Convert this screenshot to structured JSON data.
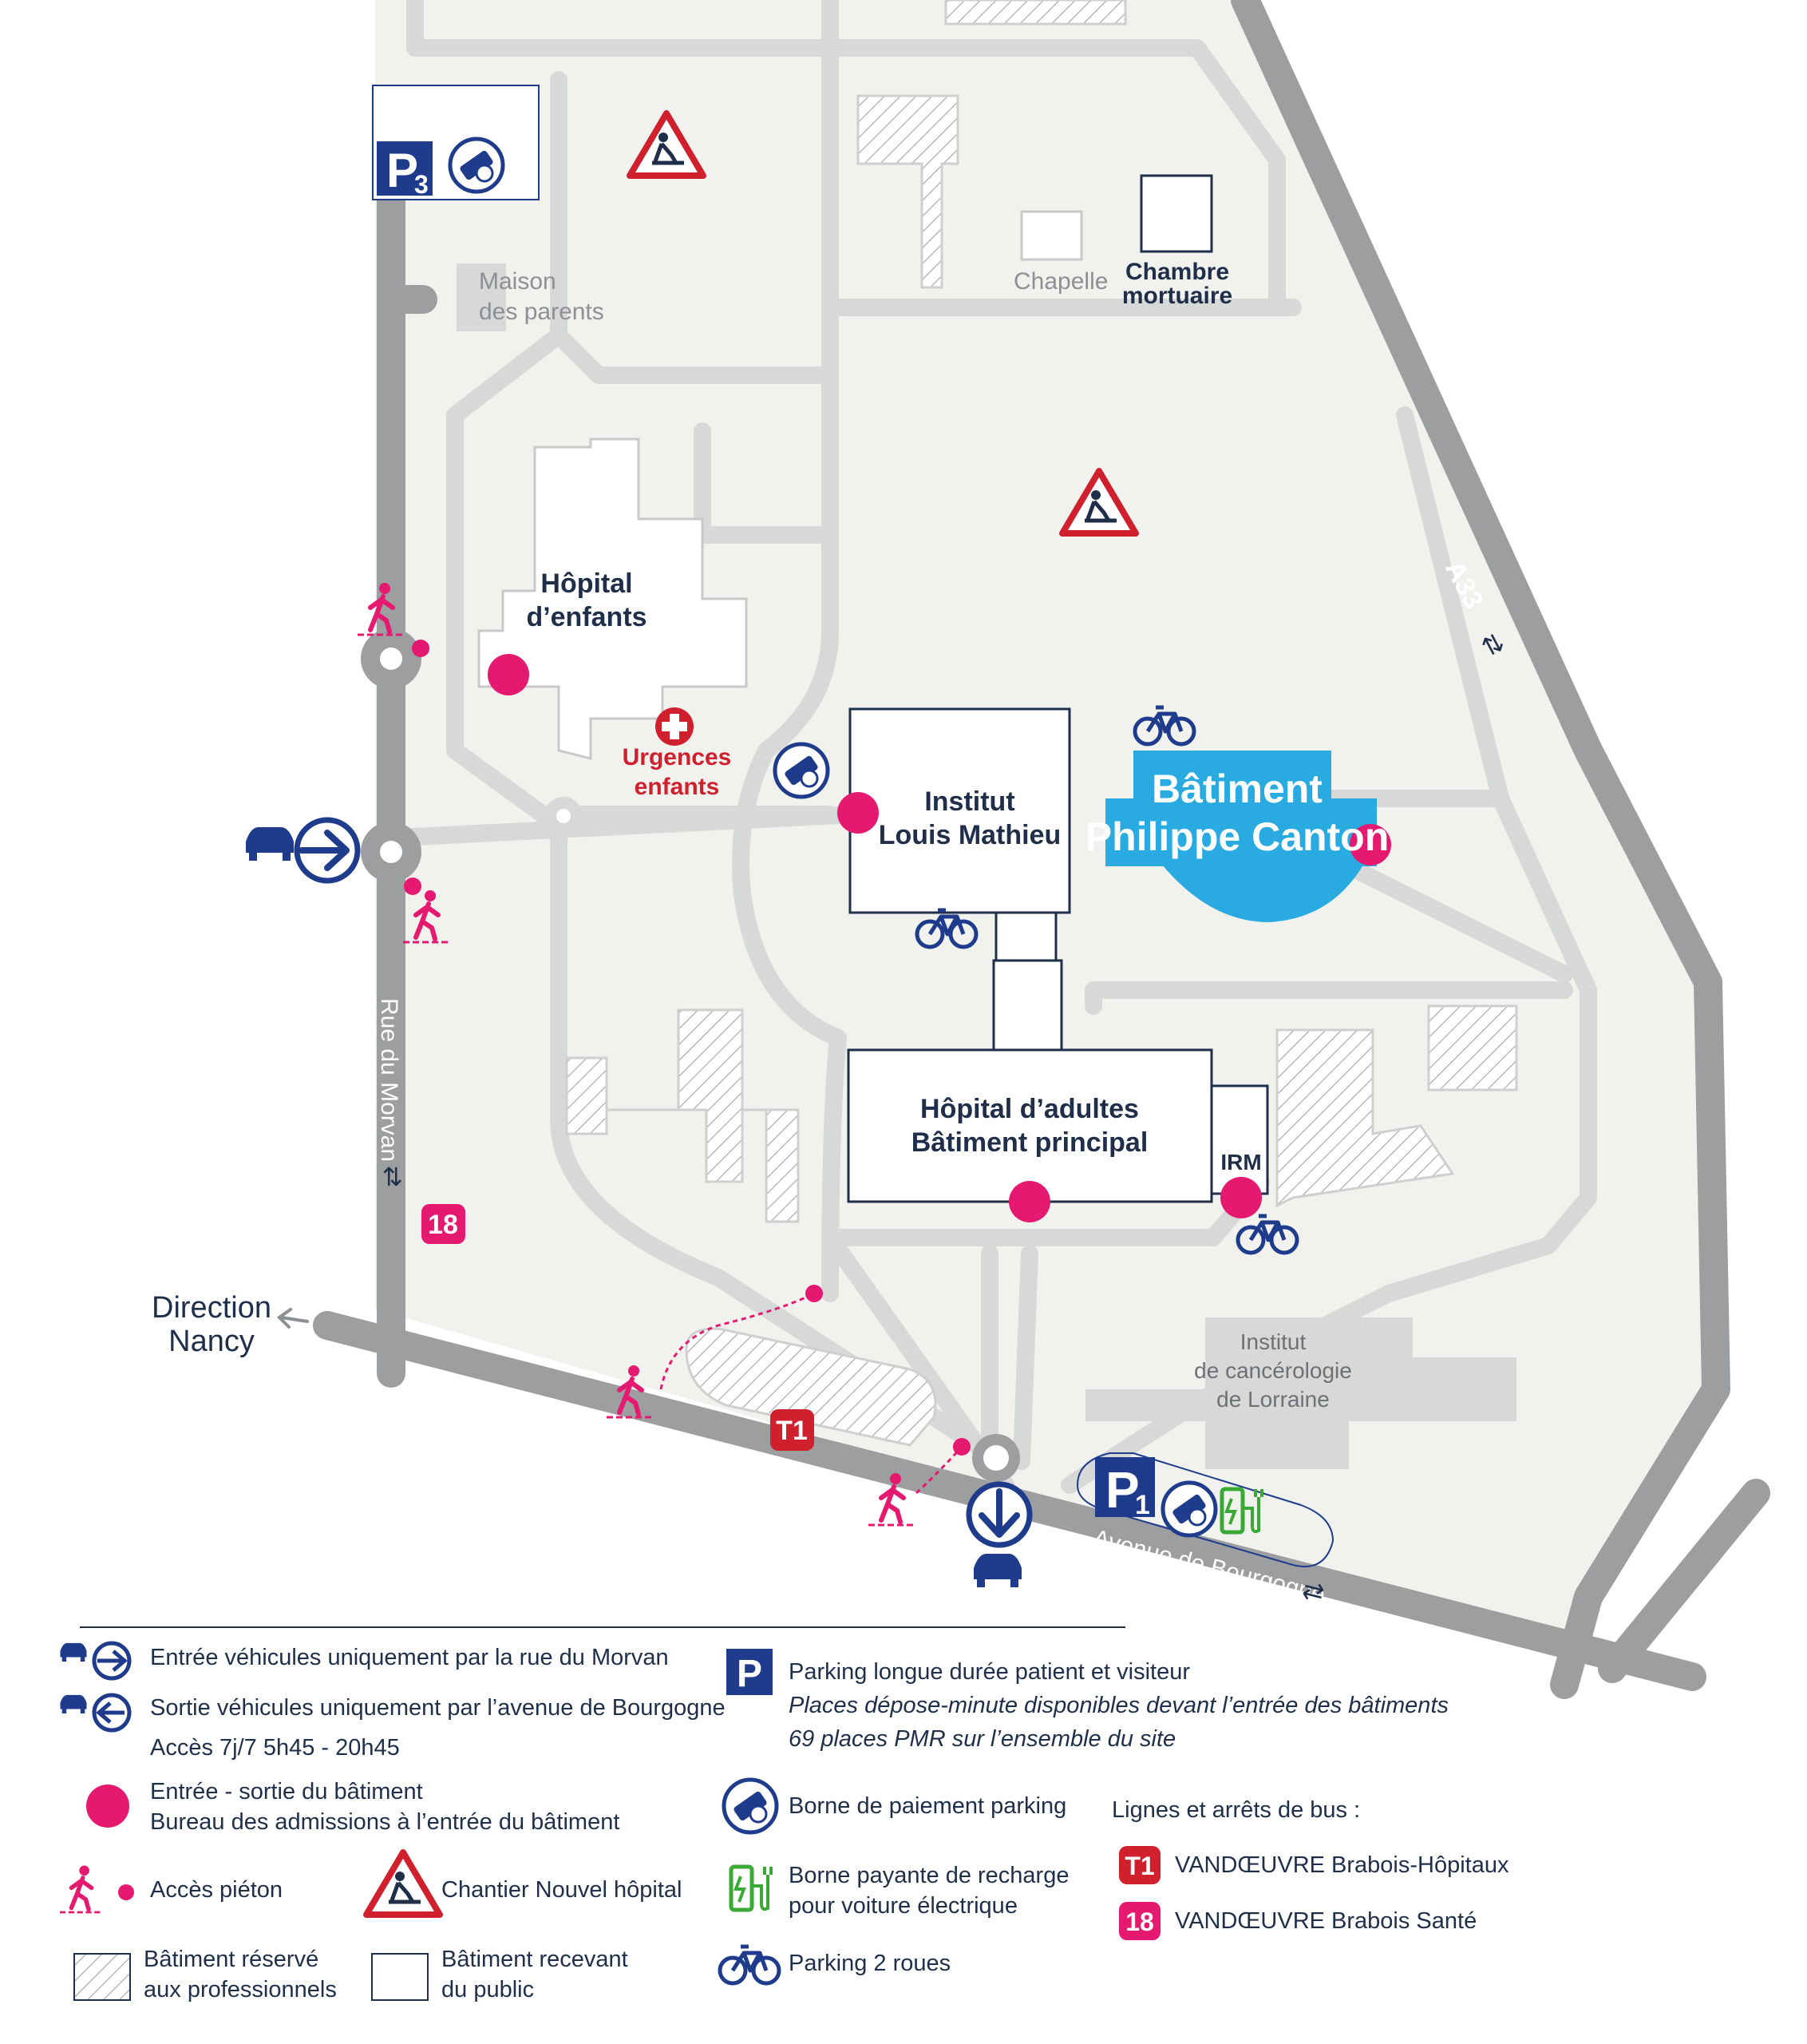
{
  "colors": {
    "site": "#f1f2ee",
    "road_main": "#9d9ea0",
    "road_internal": "#d7d8d8",
    "navy": "#1f3b8c",
    "text_dark": "#1f2f4a",
    "magenta": "#e5196f",
    "red": "#d0202e",
    "cyan": "#29abe2",
    "green": "#3aa935",
    "grey_text": "#8c8f93"
  },
  "map": {
    "buildings": {
      "hopital_enfants": [
        "Hôpital",
        "d’enfants"
      ],
      "urgences": [
        "Urgences",
        "enfants"
      ],
      "institut_louis_mathieu": [
        "Institut",
        "Louis Mathieu"
      ],
      "philippe_canton": [
        "Bâtiment",
        "Philippe Canton"
      ],
      "hopital_adultes": [
        "Hôpital d’adultes",
        "Bâtiment  principal"
      ],
      "irm": "IRM",
      "maison_parents": [
        "Maison",
        "des parents"
      ],
      "chapelle": "Chapelle",
      "chambre_mortuaire": [
        "Chambre",
        "mortuaire"
      ],
      "institut_cancerologie": [
        "Institut",
        "de cancérologie",
        "de Lorraine"
      ]
    },
    "roads": {
      "rue_morvan": "Rue du Morvan",
      "avenue_bourgogne": "Avenue de Bourgogne",
      "a33": "A33",
      "direction": [
        "Direction",
        "Nancy"
      ]
    },
    "parking": {
      "p3": {
        "letter": "P",
        "number": "3"
      },
      "p1": {
        "letter": "P",
        "number": "1"
      }
    },
    "bus": {
      "t1": "T1",
      "b18": "18"
    }
  },
  "legend": {
    "entree_vehicules": "Entrée véhicules uniquement par la rue du Morvan",
    "sortie_vehicules": "Sortie véhicules uniquement par l’avenue de Bourgogne",
    "acces_horaires": "Accès 7j/7 5h45 - 20h45",
    "entree_sortie": "Entrée - sortie du bâtiment",
    "bureau_admissions": "Bureau des admissions à l’entrée du bâtiment",
    "acces_pieton": "Accès piéton",
    "chantier": "Chantier Nouvel hôpital",
    "batiment_pro": [
      "Bâtiment réservé",
      "aux professionnels"
    ],
    "batiment_public": [
      "Bâtiment recevant",
      "du public"
    ],
    "parking_p": "P",
    "parking_longue": "Parking longue durée patient et visiteur",
    "places_depose": "Places dépose-minute disponibles devant l’entrée des bâtiments",
    "places_pmr": "69 places PMR sur l’ensemble du site",
    "borne_paiement": "Borne de paiement parking",
    "borne_recharge": [
      "Borne payante de recharge",
      "pour voiture électrique"
    ],
    "parking_2roues": "Parking 2 roues",
    "lignes_bus": "Lignes et arrêts de bus :",
    "t1": "T1",
    "t1_label": "VANDŒUVRE Brabois-Hôpitaux",
    "b18": "18",
    "b18_label": "VANDŒUVRE Brabois Santé"
  }
}
